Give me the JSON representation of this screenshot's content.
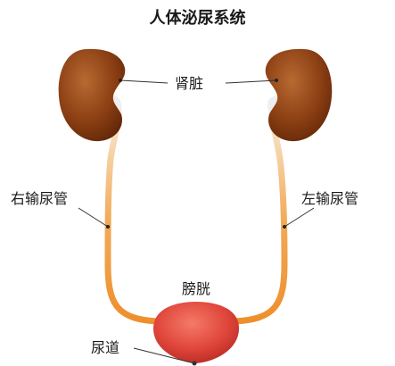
{
  "title": "人体泌尿系统",
  "labels": {
    "kidney": "肾脏",
    "right_ureter": "右输尿管",
    "left_ureter": "左输尿管",
    "bladder": "膀胱",
    "urethra": "尿道"
  },
  "colors": {
    "kidney": "#8a3e12",
    "ureter": "#f0a24a",
    "bladder": "#e0453a",
    "leader_line": "#333333"
  }
}
